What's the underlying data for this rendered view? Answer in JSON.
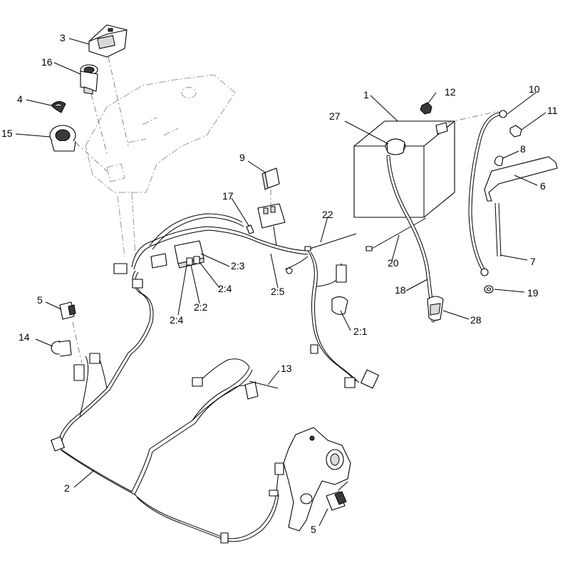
{
  "callouts": {
    "c1": "1",
    "c2": "2",
    "c3": "3",
    "c4": "4",
    "c5a": "5",
    "c5b": "5",
    "c6": "6",
    "c7": "7",
    "c8": "8",
    "c9": "9",
    "c10": "10",
    "c11": "11",
    "c12": "12",
    "c13": "13",
    "c14": "14",
    "c15": "15",
    "c16": "16",
    "c17": "17",
    "c18": "18",
    "c19": "19",
    "c20": "20",
    "c22": "22",
    "c27": "27",
    "c28": "28",
    "c2_1": "2:1",
    "c2_2": "2:2",
    "c2_3": "2:3",
    "c2_4a": "2:4",
    "c2_4b": "2:4",
    "c2_5": "2:5"
  }
}
